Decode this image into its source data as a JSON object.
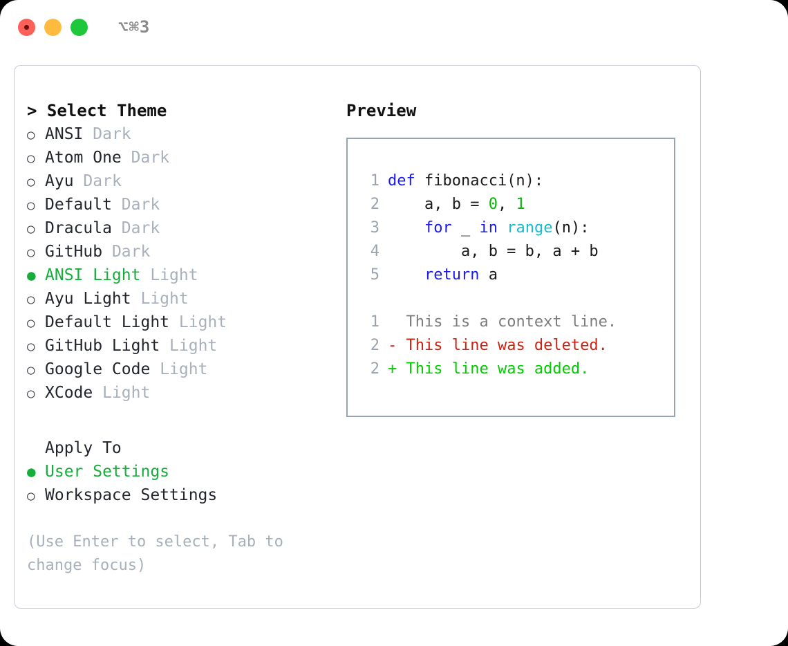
{
  "titlebar": {
    "shortcut": "⌥⌘3",
    "buttons": [
      {
        "name": "close",
        "color": "#fc6058"
      },
      {
        "name": "minimize",
        "color": "#fdbc40"
      },
      {
        "name": "zoom",
        "color": "#1fc83a"
      }
    ]
  },
  "theme_picker": {
    "caret": ">",
    "title": "Select Theme",
    "selected_bullet": "●",
    "unselected_bullet": "○",
    "selected_color": "#17ad3c",
    "items": [
      {
        "name": "ANSI",
        "variant": "Dark",
        "selected": false
      },
      {
        "name": "Atom One",
        "variant": "Dark",
        "selected": false
      },
      {
        "name": "Ayu",
        "variant": "Dark",
        "selected": false
      },
      {
        "name": "Default",
        "variant": "Dark",
        "selected": false
      },
      {
        "name": "Dracula",
        "variant": "Dark",
        "selected": false
      },
      {
        "name": "GitHub",
        "variant": "Dark",
        "selected": false
      },
      {
        "name": "ANSI Light",
        "variant": "Light",
        "selected": true
      },
      {
        "name": "Ayu Light",
        "variant": "Light",
        "selected": false
      },
      {
        "name": "Default Light",
        "variant": "Light",
        "selected": false
      },
      {
        "name": "GitHub Light",
        "variant": "Light",
        "selected": false
      },
      {
        "name": "Google Code",
        "variant": "Light",
        "selected": false
      },
      {
        "name": "XCode",
        "variant": "Light",
        "selected": false
      }
    ]
  },
  "apply_to": {
    "title": "Apply To",
    "items": [
      {
        "name": "User Settings",
        "selected": true
      },
      {
        "name": "Workspace Settings",
        "selected": false
      }
    ]
  },
  "hint": "(Use Enter to select, Tab to change focus)",
  "preview": {
    "title": "Preview",
    "code_lines": [
      {
        "num": "1",
        "tokens": [
          {
            "t": "def ",
            "c": "kw"
          },
          {
            "t": "fibonacci(n):",
            "c": "id"
          }
        ]
      },
      {
        "num": "2",
        "tokens": [
          {
            "t": "    a, b = ",
            "c": "id"
          },
          {
            "t": "0",
            "c": "num"
          },
          {
            "t": ", ",
            "c": "id"
          },
          {
            "t": "1",
            "c": "num"
          }
        ]
      },
      {
        "num": "3",
        "tokens": [
          {
            "t": "    ",
            "c": "id"
          },
          {
            "t": "for",
            "c": "kw"
          },
          {
            "t": " _ ",
            "c": "id"
          },
          {
            "t": "in",
            "c": "kw"
          },
          {
            "t": " ",
            "c": "id"
          },
          {
            "t": "range",
            "c": "fn"
          },
          {
            "t": "(n):",
            "c": "id"
          }
        ]
      },
      {
        "num": "4",
        "tokens": [
          {
            "t": "        a, b = b, a + b",
            "c": "id"
          }
        ]
      },
      {
        "num": "5",
        "tokens": [
          {
            "t": "    ",
            "c": "id"
          },
          {
            "t": "return",
            "c": "kw"
          },
          {
            "t": " a",
            "c": "id"
          }
        ]
      }
    ],
    "diff_lines": [
      {
        "num": "1",
        "marker": "  ",
        "text": "This is a context line.",
        "kind": "ctx"
      },
      {
        "num": "2",
        "marker": "- ",
        "text": "This line was deleted.",
        "kind": "del"
      },
      {
        "num": "2",
        "marker": "+ ",
        "text": "This line was added.",
        "kind": "add"
      }
    ]
  },
  "colors": {
    "keyword": "#1a1aee",
    "function": "#12bdcf",
    "number": "#0ab50a",
    "diff_deleted": "#cc2211",
    "diff_added": "#00cc00",
    "diff_context": "#7d7d7d",
    "muted": "#a8b0bb",
    "panel_border": "#98a3b2"
  }
}
